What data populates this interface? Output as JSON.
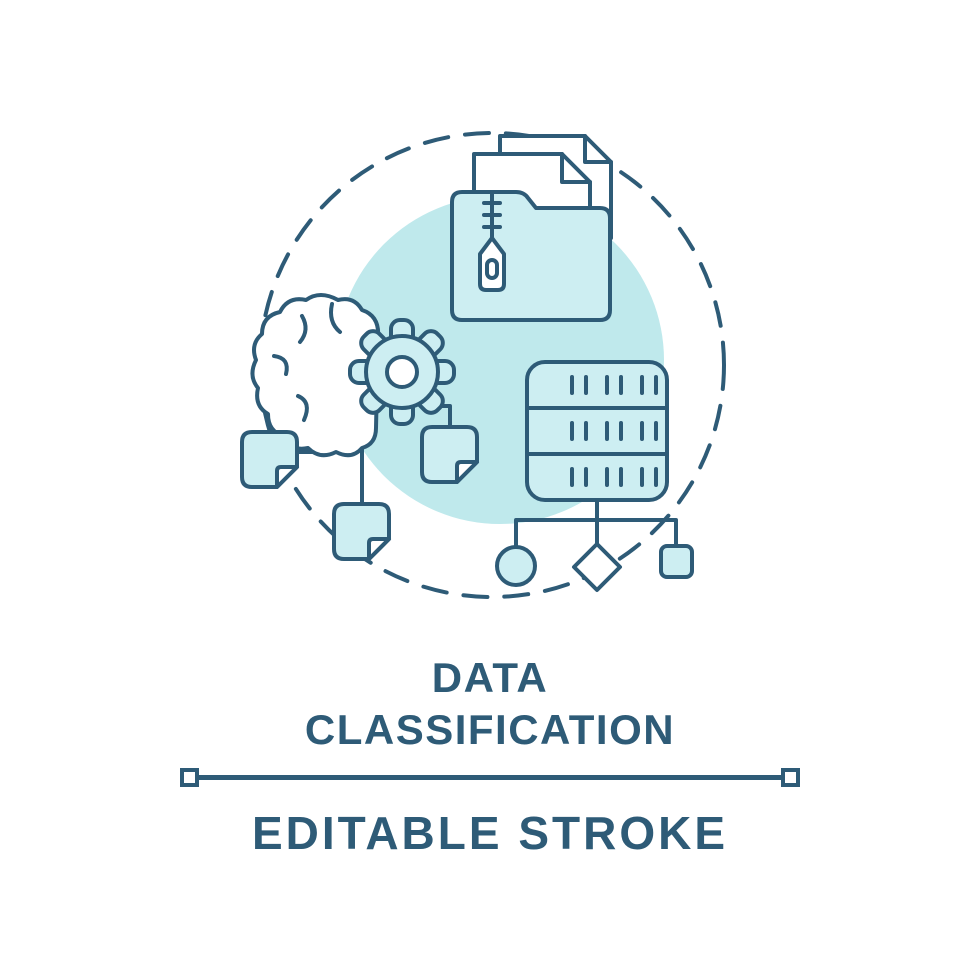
{
  "colors": {
    "ink": "#2e5b77",
    "icon_fill": "#cdeef2",
    "circle_fill": "#bfe9ec",
    "background": "#ffffff"
  },
  "title": {
    "line1": "DATA",
    "line2": "CLASSIFICATION"
  },
  "footer": {
    "label": "EDITABLE STROKE"
  },
  "illustration": {
    "label": "Data classification concept icon with editable stroke",
    "icons": [
      "zip-folder-with-documents-icon",
      "brain-icon",
      "gear-icon",
      "database-table-icon",
      "flowchart-nodes-icon",
      "file-note-icon"
    ]
  }
}
